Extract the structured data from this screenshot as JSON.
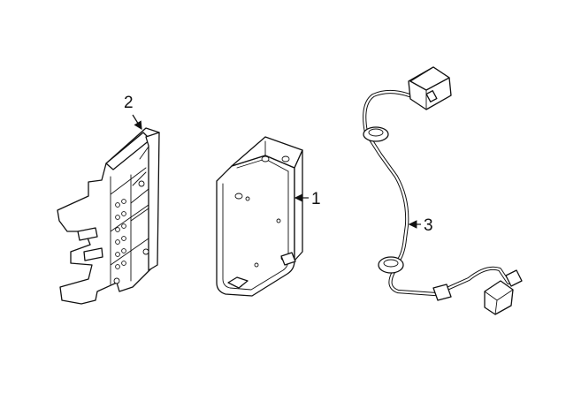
{
  "diagram": {
    "callouts": [
      {
        "id": "1",
        "label": "1"
      },
      {
        "id": "2",
        "label": "2"
      },
      {
        "id": "3",
        "label": "3"
      }
    ],
    "colors": {
      "background": "#ffffff",
      "line": "#111111"
    }
  }
}
